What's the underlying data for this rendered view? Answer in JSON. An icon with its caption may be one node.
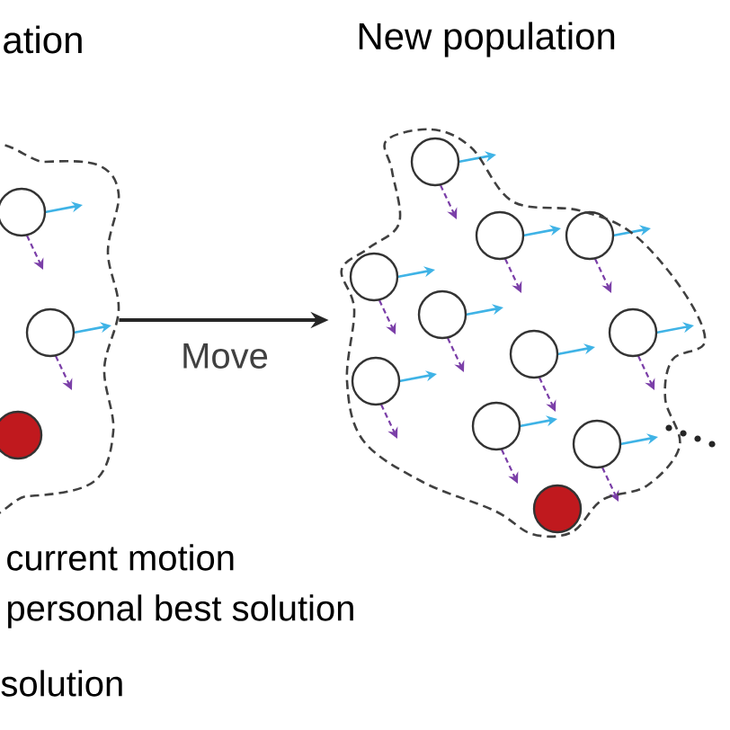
{
  "diagram": {
    "nodes": [
      {
        "text": [
          "ation"
        ]
      },
      {
        "text": [
          "New population"
        ]
      }
    ],
    "edges": [
      {
        "from": 0,
        "to": 1,
        "arrow": "to",
        "label": "Move"
      }
    ],
    "labels": [
      "current motion",
      "personal best solution",
      "solution"
    ]
  }
}
